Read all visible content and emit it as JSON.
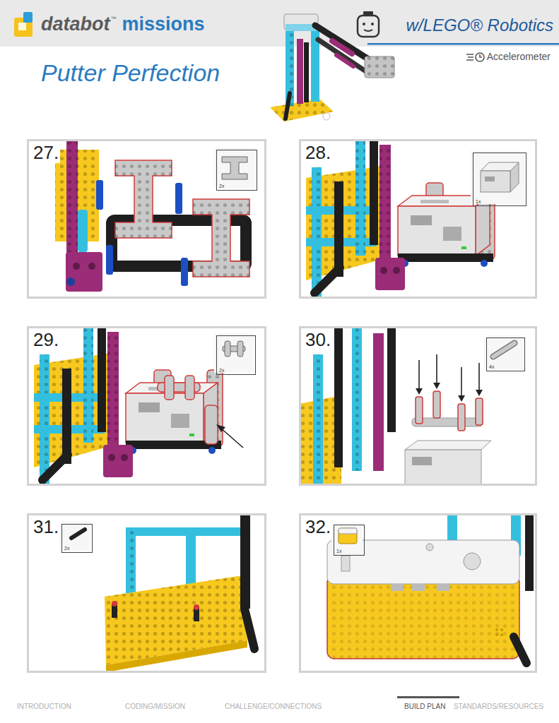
{
  "diagram": {
    "title": "Putter Perfection",
    "nodes": [
      {
        "text": [
          "27."
        ]
      },
      {
        "text": [
          "2x"
        ],
        "in": 0
      },
      {
        "text": [
          "28."
        ]
      },
      {
        "text": [
          "1x"
        ],
        "in": 2
      },
      {
        "text": [
          "29."
        ]
      },
      {
        "text": [
          "2x"
        ],
        "in": 4
      },
      {
        "text": [
          "30."
        ]
      },
      {
        "text": [
          "4x"
        ],
        "in": 6
      },
      {
        "text": [
          "31."
        ]
      },
      {
        "text": [
          "2x"
        ],
        "in": 8
      },
      {
        "text": [
          "32."
        ]
      },
      {
        "text": [
          "1x"
        ],
        "in": 10
      }
    ],
    "labels": [
      "databot",
      "™",
      "missions",
      "w/LEGO® Robotics",
      "Accelerometer",
      "INTRODUCTION",
      "CODING/MISSION",
      "CHALLENGE/CONNECTIONS",
      "BUILD PLAN",
      "STANDARDS/RESOURCES"
    ]
  }
}
